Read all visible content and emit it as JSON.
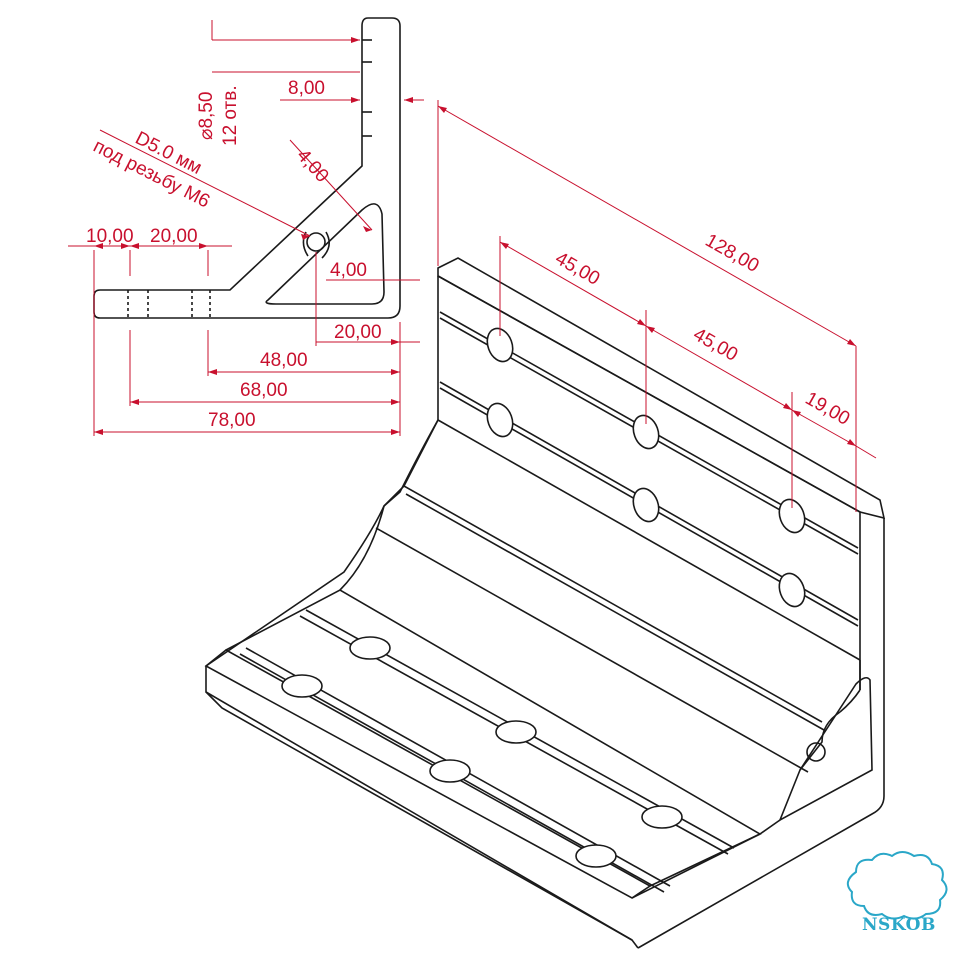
{
  "colors": {
    "dimension": "#c8102e",
    "outline": "#1a1a1a",
    "logo": "#2aa7c8",
    "paper": "#ffffff"
  },
  "labels": {
    "hole_diameter": "⌀8,50",
    "hole_count": "12 отв.",
    "offset_top": "8,00",
    "wall_thickness": "4,00",
    "thread_hole": "D5.0 мм",
    "thread_note": "под резьбу М6",
    "len_10": "10,00",
    "len_20a": "20,00",
    "len_4": "4,00",
    "len_20b": "20,00",
    "len_48": "48,00",
    "len_68": "68,00",
    "len_78": "78,00",
    "len_128": "128,00",
    "len_45a": "45,00",
    "len_45b": "45,00",
    "len_19": "19,00"
  },
  "logo": {
    "text": "NSKOB",
    "icon": "cloud-icon"
  }
}
